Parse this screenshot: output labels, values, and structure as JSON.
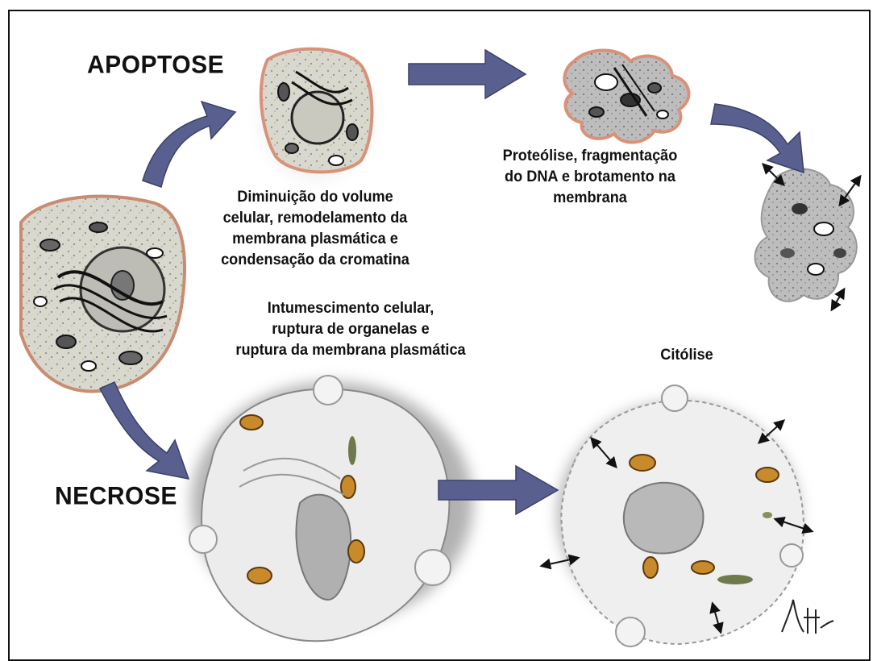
{
  "titles": {
    "apoptose": "APOPTOSE",
    "necrose": "NECROSE"
  },
  "captions": {
    "apoptose_step1": [
      "Diminuição do volume",
      "celular, remodelamento da",
      "membrana plasmática e",
      "condensação da cromatina"
    ],
    "apoptose_step2": [
      "Proteólise, fragmentação",
      "do DNA e brotamento na",
      "membrana"
    ],
    "necrose_step1": [
      "Intumescimento celular,",
      "ruptura de organelas e",
      "ruptura da membrana plasmática"
    ],
    "necrose_step2": [
      "Citólise"
    ]
  },
  "signature": "signature-mark",
  "colors": {
    "arrow": "#59608f",
    "cell_border_apoptosis": "#d9927a",
    "cytoplasm": "#d9d9d2",
    "necrosis_cytoplasm": "#ececec",
    "mitochondria": "#c88a2a"
  }
}
